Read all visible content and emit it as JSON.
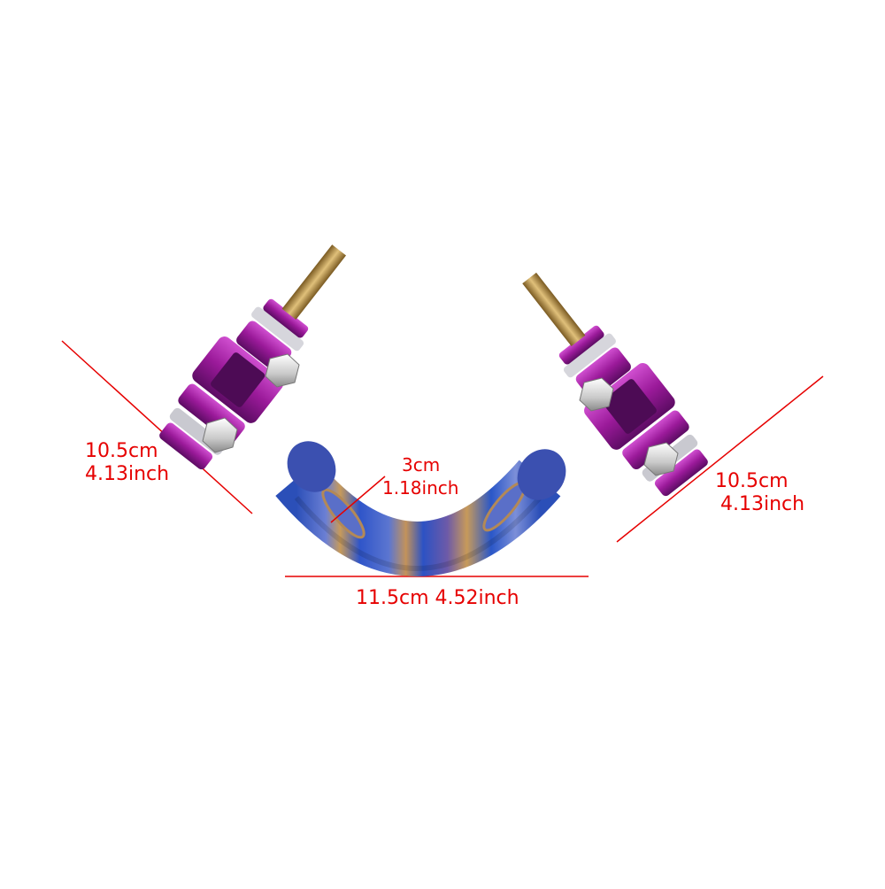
{
  "image": {
    "subject": "Bent exhaust pipe bracket with purple clamps and threaded rods",
    "colors": {
      "background": "#ffffff",
      "dimension_lines": "#e60000",
      "clamp": "#a0209e",
      "pipe_blue": "#2a57c8",
      "pipe_bronze": "#c79a5a",
      "thread": "#c19a4f",
      "nut": "#dcdcdc"
    }
  },
  "dimensions": {
    "left_arm": {
      "metric": "10.5cm",
      "imperial": "4.13inch"
    },
    "right_arm": {
      "metric": "10.5cm",
      "imperial": "4.13inch"
    },
    "diameter": {
      "metric": "3cm",
      "imperial": "1.18inch"
    },
    "width": {
      "text": "11.5cm 4.52inch"
    }
  }
}
